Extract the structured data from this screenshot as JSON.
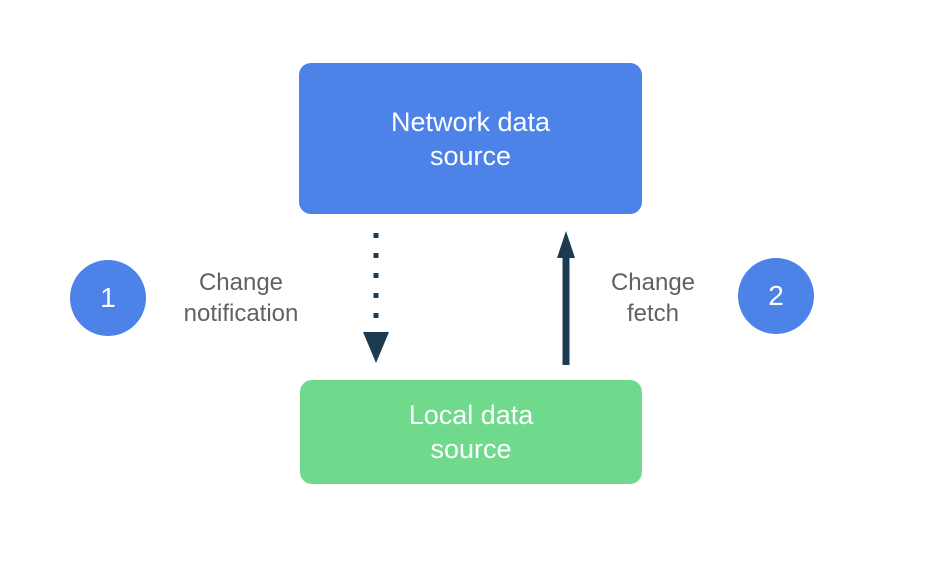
{
  "colors": {
    "background": "#ffffff",
    "network_box": "#4d82e8",
    "local_box": "#6fd98c",
    "arrow": "#1c3b50",
    "label_text": "#616161",
    "badge": "#4d82e8",
    "box_text": "#ffffff"
  },
  "nodes": {
    "network": {
      "line1": "Network data",
      "line2": "source"
    },
    "local": {
      "line1": "Local data",
      "line2": "source"
    }
  },
  "flows": {
    "notification": {
      "badge": "1",
      "label_line1": "Change",
      "label_line2": "notification",
      "arrow_style": "dotted",
      "direction": "down"
    },
    "fetch": {
      "badge": "2",
      "label_line1": "Change",
      "label_line2": "fetch",
      "arrow_style": "solid",
      "direction": "up"
    }
  }
}
